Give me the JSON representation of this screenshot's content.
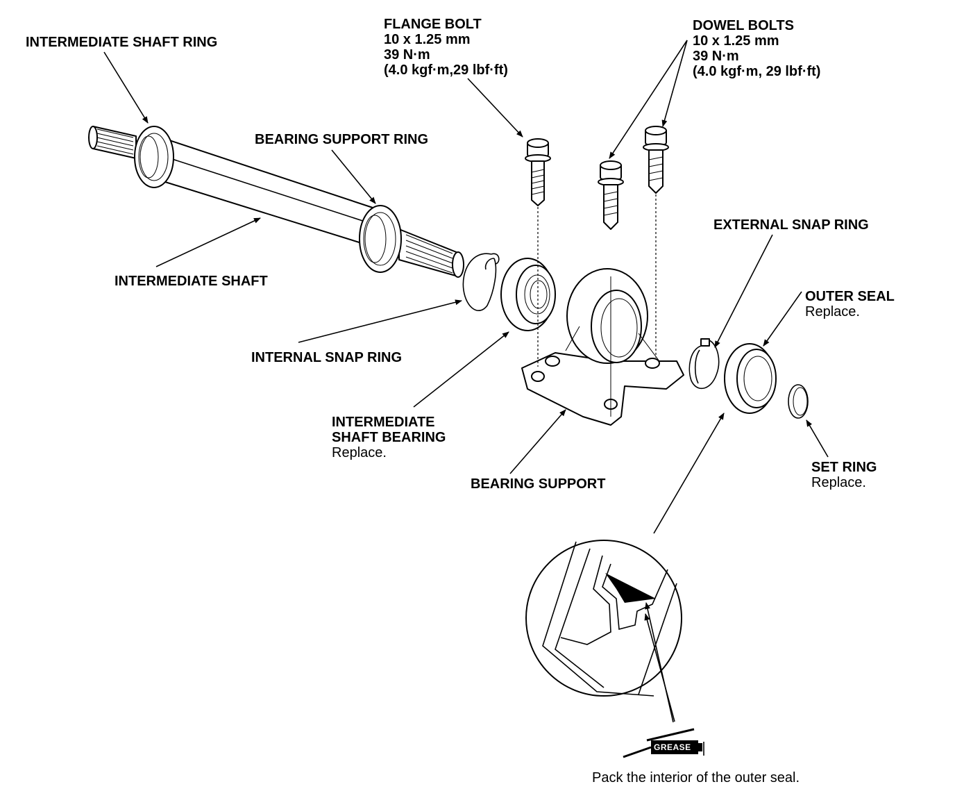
{
  "labels": {
    "intermediate_shaft_ring": "INTERMEDIATE SHAFT RING",
    "bearing_support_ring": "BEARING SUPPORT RING",
    "intermediate_shaft": "INTERMEDIATE SHAFT",
    "internal_snap_ring": "INTERNAL SNAP RING",
    "intermediate_shaft_bearing": {
      "line1": "INTERMEDIATE",
      "line2": "SHAFT BEARING",
      "note": "Replace."
    },
    "bearing_support": "BEARING SUPPORT",
    "external_snap_ring": "EXTERNAL SNAP RING",
    "outer_seal": {
      "title": "OUTER SEAL",
      "note": "Replace."
    },
    "set_ring": {
      "title": "SET RING",
      "note": "Replace."
    },
    "flange_bolt": {
      "title": "FLANGE BOLT",
      "size": "10 x 1.25 mm",
      "torque": "39 N·m",
      "torque_alt": "(4.0 kgf·m,29 lbf·ft)"
    },
    "dowel_bolts": {
      "title": "DOWEL BOLTS",
      "size": "10 x 1.25 mm",
      "torque": "39 N·m",
      "torque_alt": "(4.0 kgf·m, 29 lbf·ft)"
    }
  },
  "grease": {
    "badge": "GREASE",
    "caption": "Pack the interior of the outer seal."
  },
  "icons": [
    "bolt-icon",
    "grease-gun-icon",
    "magnifier-detail-circle"
  ]
}
